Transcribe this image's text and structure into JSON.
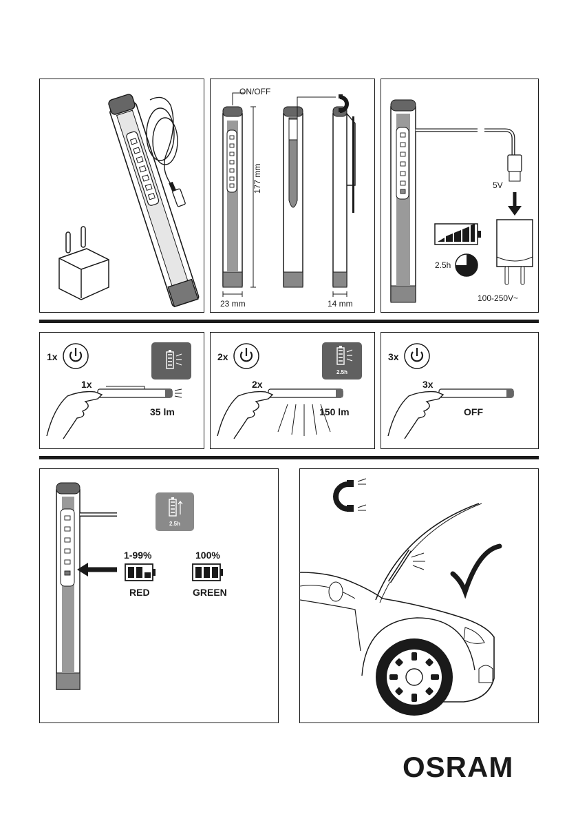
{
  "panel1": {
    "labels": {
      "onoff": "ON/OFF",
      "height": "177 mm",
      "width": "23 mm",
      "depth": "14 mm"
    }
  },
  "panel2": {
    "labels": {
      "volt": "5V",
      "time": "2.5h",
      "mains": "100-250V~"
    }
  },
  "modes": [
    {
      "press": "1x",
      "hand_press": "1x",
      "output": "35 lm"
    },
    {
      "press": "2x",
      "hand_press": "2x",
      "output": "150 lm",
      "box_label": "2.5h"
    },
    {
      "press": "3x",
      "hand_press": "3x",
      "output": "OFF"
    }
  ],
  "charging": {
    "box_label": "2.5h",
    "partial": {
      "percent": "1-99%",
      "color": "RED"
    },
    "full": {
      "percent": "100%",
      "color": "GREEN"
    }
  },
  "logo": "OSRAM",
  "colors": {
    "ink": "#1a1a1a",
    "grey": "#8a8a8a",
    "darkgrey": "#5f5f5f"
  }
}
